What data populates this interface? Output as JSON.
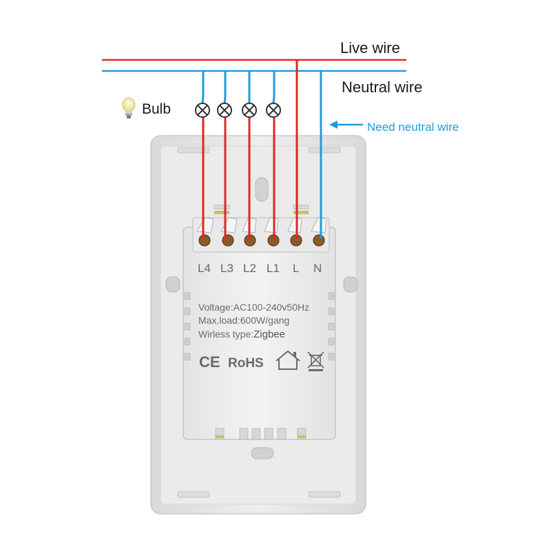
{
  "labels": {
    "live_wire": "Live wire",
    "neutral_wire": "Neutral wire",
    "bulb": "Bulb",
    "need_neutral": "Need neutral wire"
  },
  "terminals": [
    "L4",
    "L3",
    "L2",
    "L1",
    "L",
    "N"
  ],
  "specs": {
    "voltage": "Voltage:AC100-240v50Hz",
    "max_load": "Max.load:600W/gang",
    "wireless_prefix": "Wirless type:",
    "wireless_value": "Zigbee"
  },
  "certifications": {
    "ce": "CE",
    "rohs": "RoHS"
  },
  "colors": {
    "live": "#e0252b",
    "neutral": "#1e9be0",
    "text": "#1a1a1a",
    "label_text": "#666666"
  }
}
